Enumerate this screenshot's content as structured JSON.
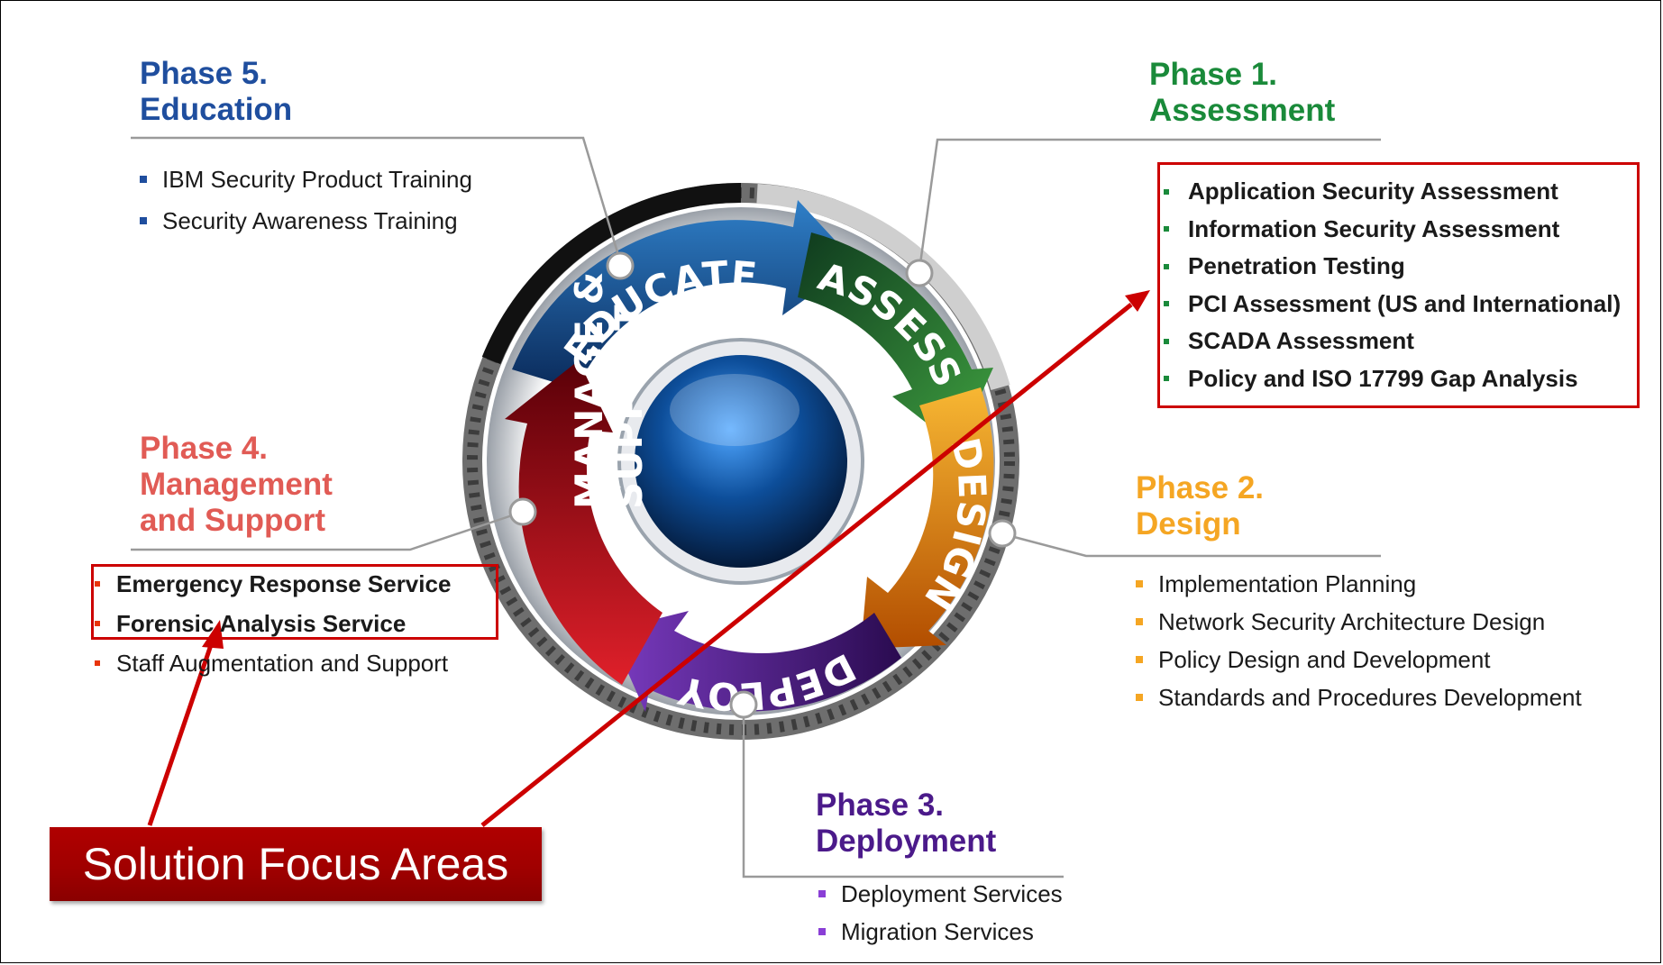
{
  "phases": {
    "phase5": {
      "title_line1": "Phase 5.",
      "title_line2": "Education",
      "color": "#1f4e9e",
      "items": [
        "IBM Security Product Training",
        "Security Awareness Training"
      ]
    },
    "phase1": {
      "title_line1": "Phase 1.",
      "title_line2": "Assessment",
      "color": "#1a8a3a",
      "items": [
        "Application Security Assessment",
        "Information Security Assessment",
        "Penetration Testing",
        "PCI Assessment (US and International)",
        "SCADA Assessment",
        "Policy and ISO 17799 Gap Analysis"
      ]
    },
    "phase4": {
      "title_line1": "Phase 4.",
      "title_line2": "Management",
      "title_line3": "and Support",
      "color": "#e15b55",
      "items": [
        "Emergency Response Service",
        "Forensic Analysis Service",
        "Staff Augmentation and Support"
      ]
    },
    "phase2": {
      "title_line1": "Phase 2.",
      "title_line2": "Design",
      "color": "#f5a623",
      "items": [
        "Implementation Planning",
        "Network Security Architecture Design",
        "Policy Design and Development",
        "Standards and Procedures Development"
      ]
    },
    "phase3": {
      "title_line1": "Phase 3.",
      "title_line2": "Deployment",
      "color": "#4b1a8a",
      "items": [
        "Deployment Services",
        "Migration Services"
      ]
    }
  },
  "cycle": {
    "educate": "EDUCATE",
    "assess": "ASSESS",
    "design": "DESIGN",
    "deploy": "DEPLOY",
    "manage_line1": "MANAGE &",
    "manage_line2": "SUPPORT"
  },
  "callout": {
    "label": "Solution Focus Areas",
    "color": "#b00000"
  }
}
